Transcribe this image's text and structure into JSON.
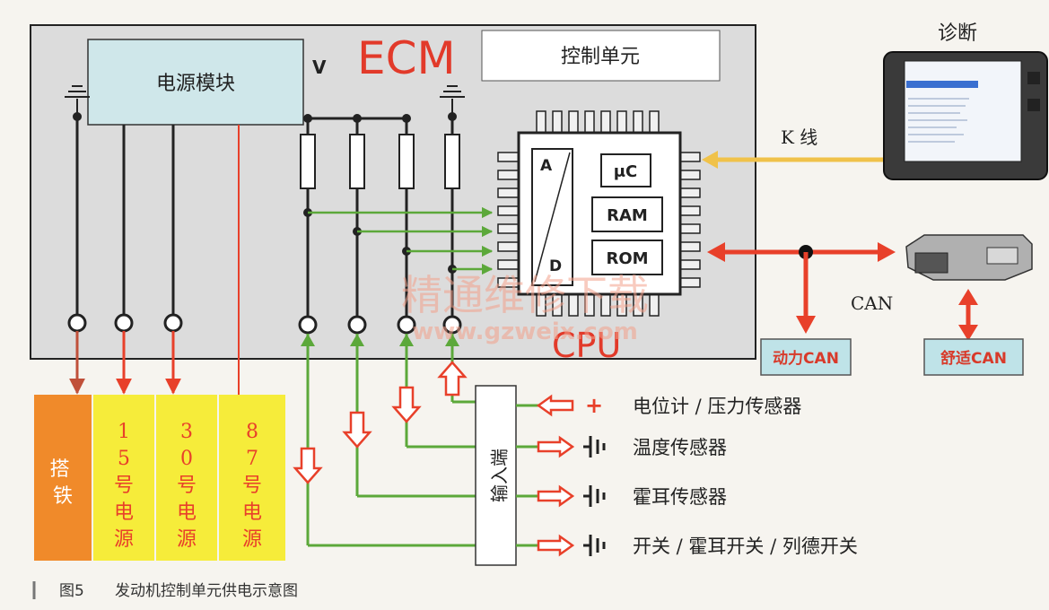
{
  "ecm": {
    "title": "ECM",
    "control_unit_label": "控制单元",
    "power_module_label": "电源模块",
    "v_label": "V"
  },
  "cpu": {
    "label": "CPU",
    "a": "A",
    "d": "D",
    "uc": "μC",
    "ram": "RAM",
    "rom": "ROM"
  },
  "diagnosis": {
    "label": "诊断",
    "k_line": "K 线"
  },
  "can": {
    "label": "CAN",
    "power_can": "动力CAN",
    "comfort_can": "舒适CAN"
  },
  "input_box": {
    "label": "输入端"
  },
  "inputs": [
    {
      "symbol": "+",
      "label": "电位计 / 压力传感器"
    },
    {
      "symbol": "ground",
      "label": "温度传感器"
    },
    {
      "symbol": "ground",
      "label": "霍耳传感器"
    },
    {
      "symbol": "ground",
      "label": "开关 / 霍耳开关 / 列德开关"
    }
  ],
  "supplies": [
    {
      "label": "搭铁",
      "color": "#f08a2a"
    },
    {
      "label": "15号电源",
      "color": "#f6ec3a"
    },
    {
      "label": "30号电源",
      "color": "#f6ec3a"
    },
    {
      "label": "87号电源",
      "color": "#f6ec3a"
    }
  ],
  "watermark": {
    "line1": "精通维修下载",
    "line2": "www.gzweix.com"
  },
  "caption": {
    "figure": "图5",
    "text": "发动机控制单元供电示意图"
  },
  "colors": {
    "ecm_bg": "#dcdcdc",
    "power_module": "#cfe7ea",
    "ecm_title": "#e23a2a",
    "red_arrow": "#e8402a",
    "green_line": "#5ca83a",
    "k_line": "#f0c24a",
    "can_box": "#bfe3e8",
    "can_text": "#d83a2a"
  }
}
